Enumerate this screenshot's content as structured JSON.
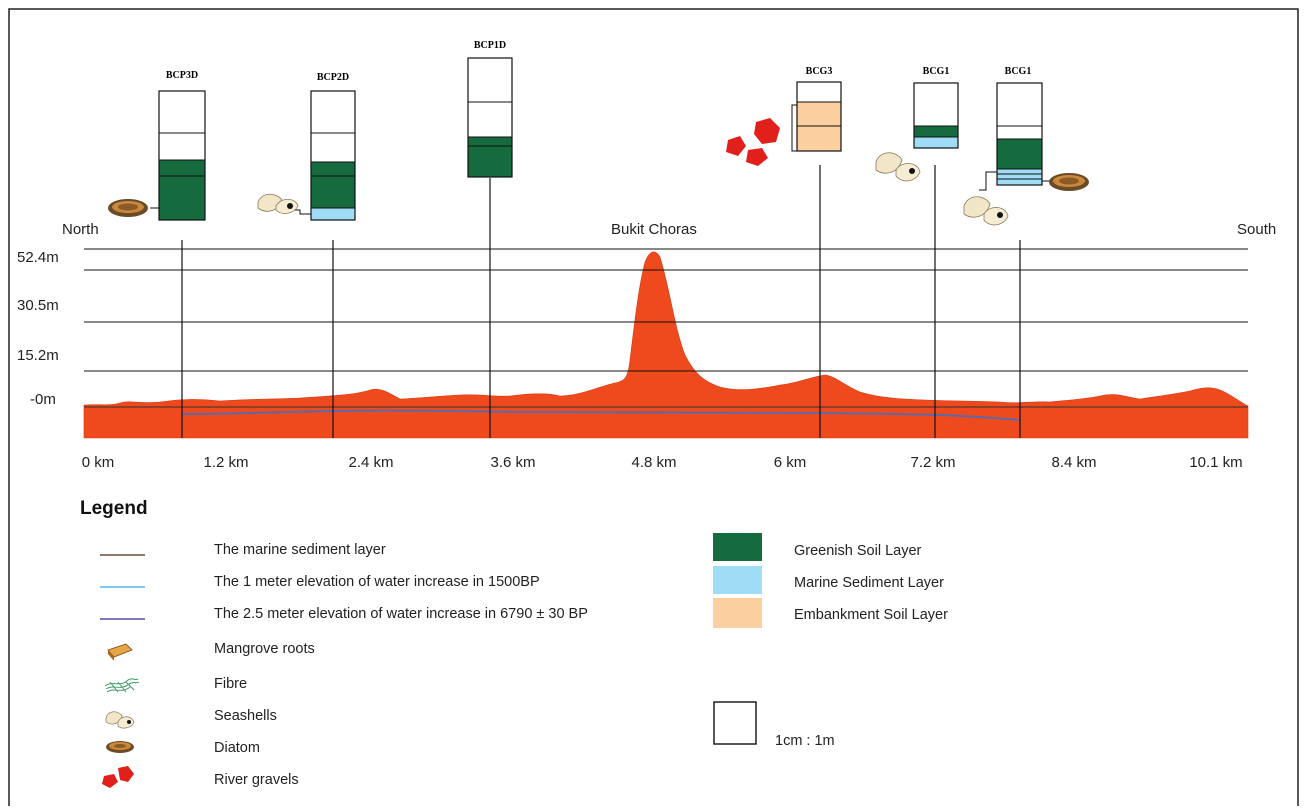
{
  "directions": {
    "north": "North",
    "south": "South",
    "peak": "Bukit Choras"
  },
  "elevation_labels": [
    "52.4m",
    "30.5m",
    "15.2m",
    "-0m"
  ],
  "distance_labels": [
    "0 km",
    "1.2 km",
    "2.4 km",
    "3.6 km",
    "4.8 km",
    "6 km",
    "7.2 km",
    "8.4 km",
    "10.1 km"
  ],
  "cores": [
    "BCP3D",
    "BCP2D",
    "BCP1D",
    "BCG3",
    "BCG1",
    "BCG1"
  ],
  "legend": {
    "title": "Legend",
    "lines": [
      {
        "label": "The marine sediment layer",
        "color": "#8d7a6e"
      },
      {
        "label": "The 1 meter elevation of water increase in 1500BP",
        "color": "#7fc9ef"
      },
      {
        "label": "The 2.5 meter elevation of water increase in 6790 ± 30 BP",
        "color": "#8076b8"
      }
    ],
    "symbols": [
      {
        "label": "Mangrove roots",
        "icon": "mangrove-roots-icon"
      },
      {
        "label": "Fibre",
        "icon": "fibre-icon"
      },
      {
        "label": "Seashells",
        "icon": "seashell-icon"
      },
      {
        "label": "Diatom",
        "icon": "diatom-icon"
      },
      {
        "label": "River gravels",
        "icon": "river-gravel-icon"
      }
    ],
    "soils": [
      {
        "label": "Greenish Soil Layer",
        "color": "#166b3e"
      },
      {
        "label": "Marine Sediment Layer",
        "color": "#9fdcf5"
      },
      {
        "label": "Embankment Soil Layer",
        "color": "#fbcf9f"
      }
    ],
    "scale": "1cm : 1m"
  },
  "colors": {
    "terrain": "#ef4a1d",
    "water_line": "#5a6aa8"
  }
}
